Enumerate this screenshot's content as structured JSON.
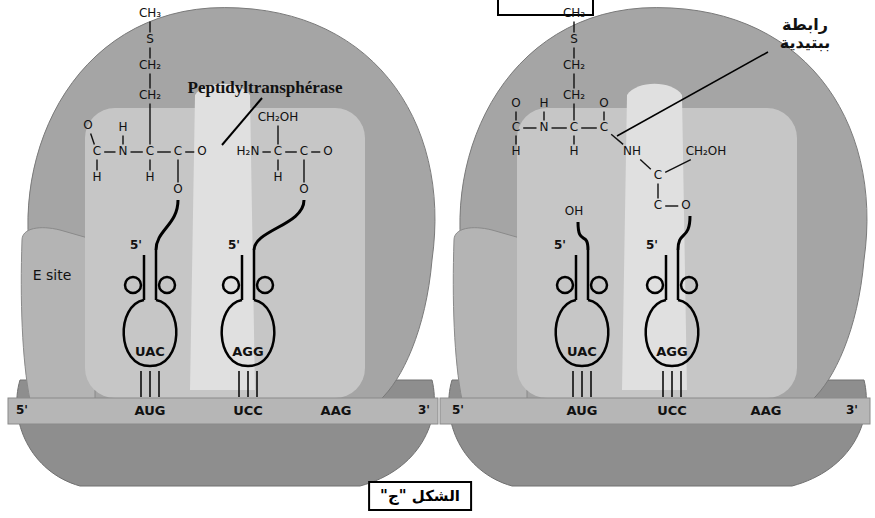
{
  "diagram": {
    "caption": "الشكل \"ج\"",
    "labels": [
      "Peptidyltransphérase",
      "E site",
      "CH₃",
      "S",
      "CH₂",
      "CH₂",
      "O",
      "C",
      "H",
      "N",
      "H",
      "C",
      "H",
      "C",
      "O",
      "O",
      "H₂N",
      "C",
      "CH₂OH",
      "H",
      "C",
      "O",
      "O",
      "5'",
      "5'",
      "UAC",
      "AGG",
      "5'",
      "AUG",
      "UCC",
      "AAG",
      "3'",
      "رابطة ببتيدية",
      "CH₃",
      "S",
      "CH₂",
      "CH₂",
      "O",
      "C",
      "H",
      "N",
      "H",
      "C",
      "H",
      "C",
      "O",
      "NH",
      "C",
      "CH₂OH",
      "C",
      "O",
      "OH",
      "5'",
      "5'",
      "UAC",
      "AGG",
      "5'",
      "AUG",
      "UCC",
      "AAG",
      "3'"
    ]
  }
}
